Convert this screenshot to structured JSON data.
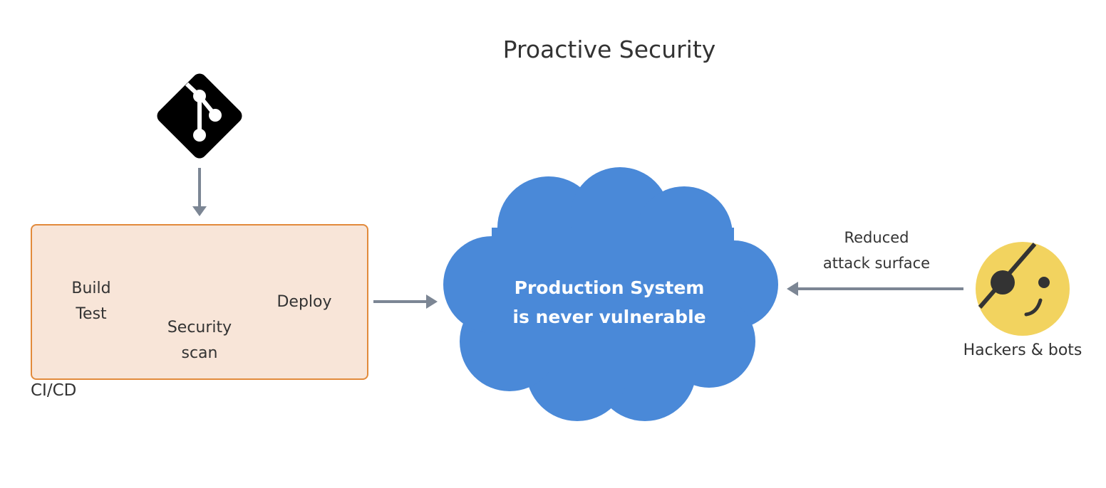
{
  "title": "Proactive Security",
  "cicd": {
    "label": "CI/CD",
    "build_test": [
      "Build",
      "Test"
    ],
    "security_scan": [
      "Security",
      "scan"
    ],
    "deploy": "Deploy"
  },
  "production": {
    "lines": [
      "Production System",
      "is never vulnerable"
    ]
  },
  "attack": {
    "edge_label": [
      "Reduced",
      "attack surface"
    ],
    "actor_label": "Hackers & bots"
  },
  "icons": {
    "source": "git-icon",
    "scanner": "incognito-icon",
    "attacker": "pirate-face-icon",
    "system": "cloud-icon"
  },
  "colors": {
    "cicd_fill": "#f8e5d8",
    "cicd_border": "#e28a3b",
    "cloud": "#4a89d8",
    "arrow": "#7c8694",
    "face": "#f2d35f",
    "incognito": "#8a8f95",
    "git": "#000000"
  }
}
